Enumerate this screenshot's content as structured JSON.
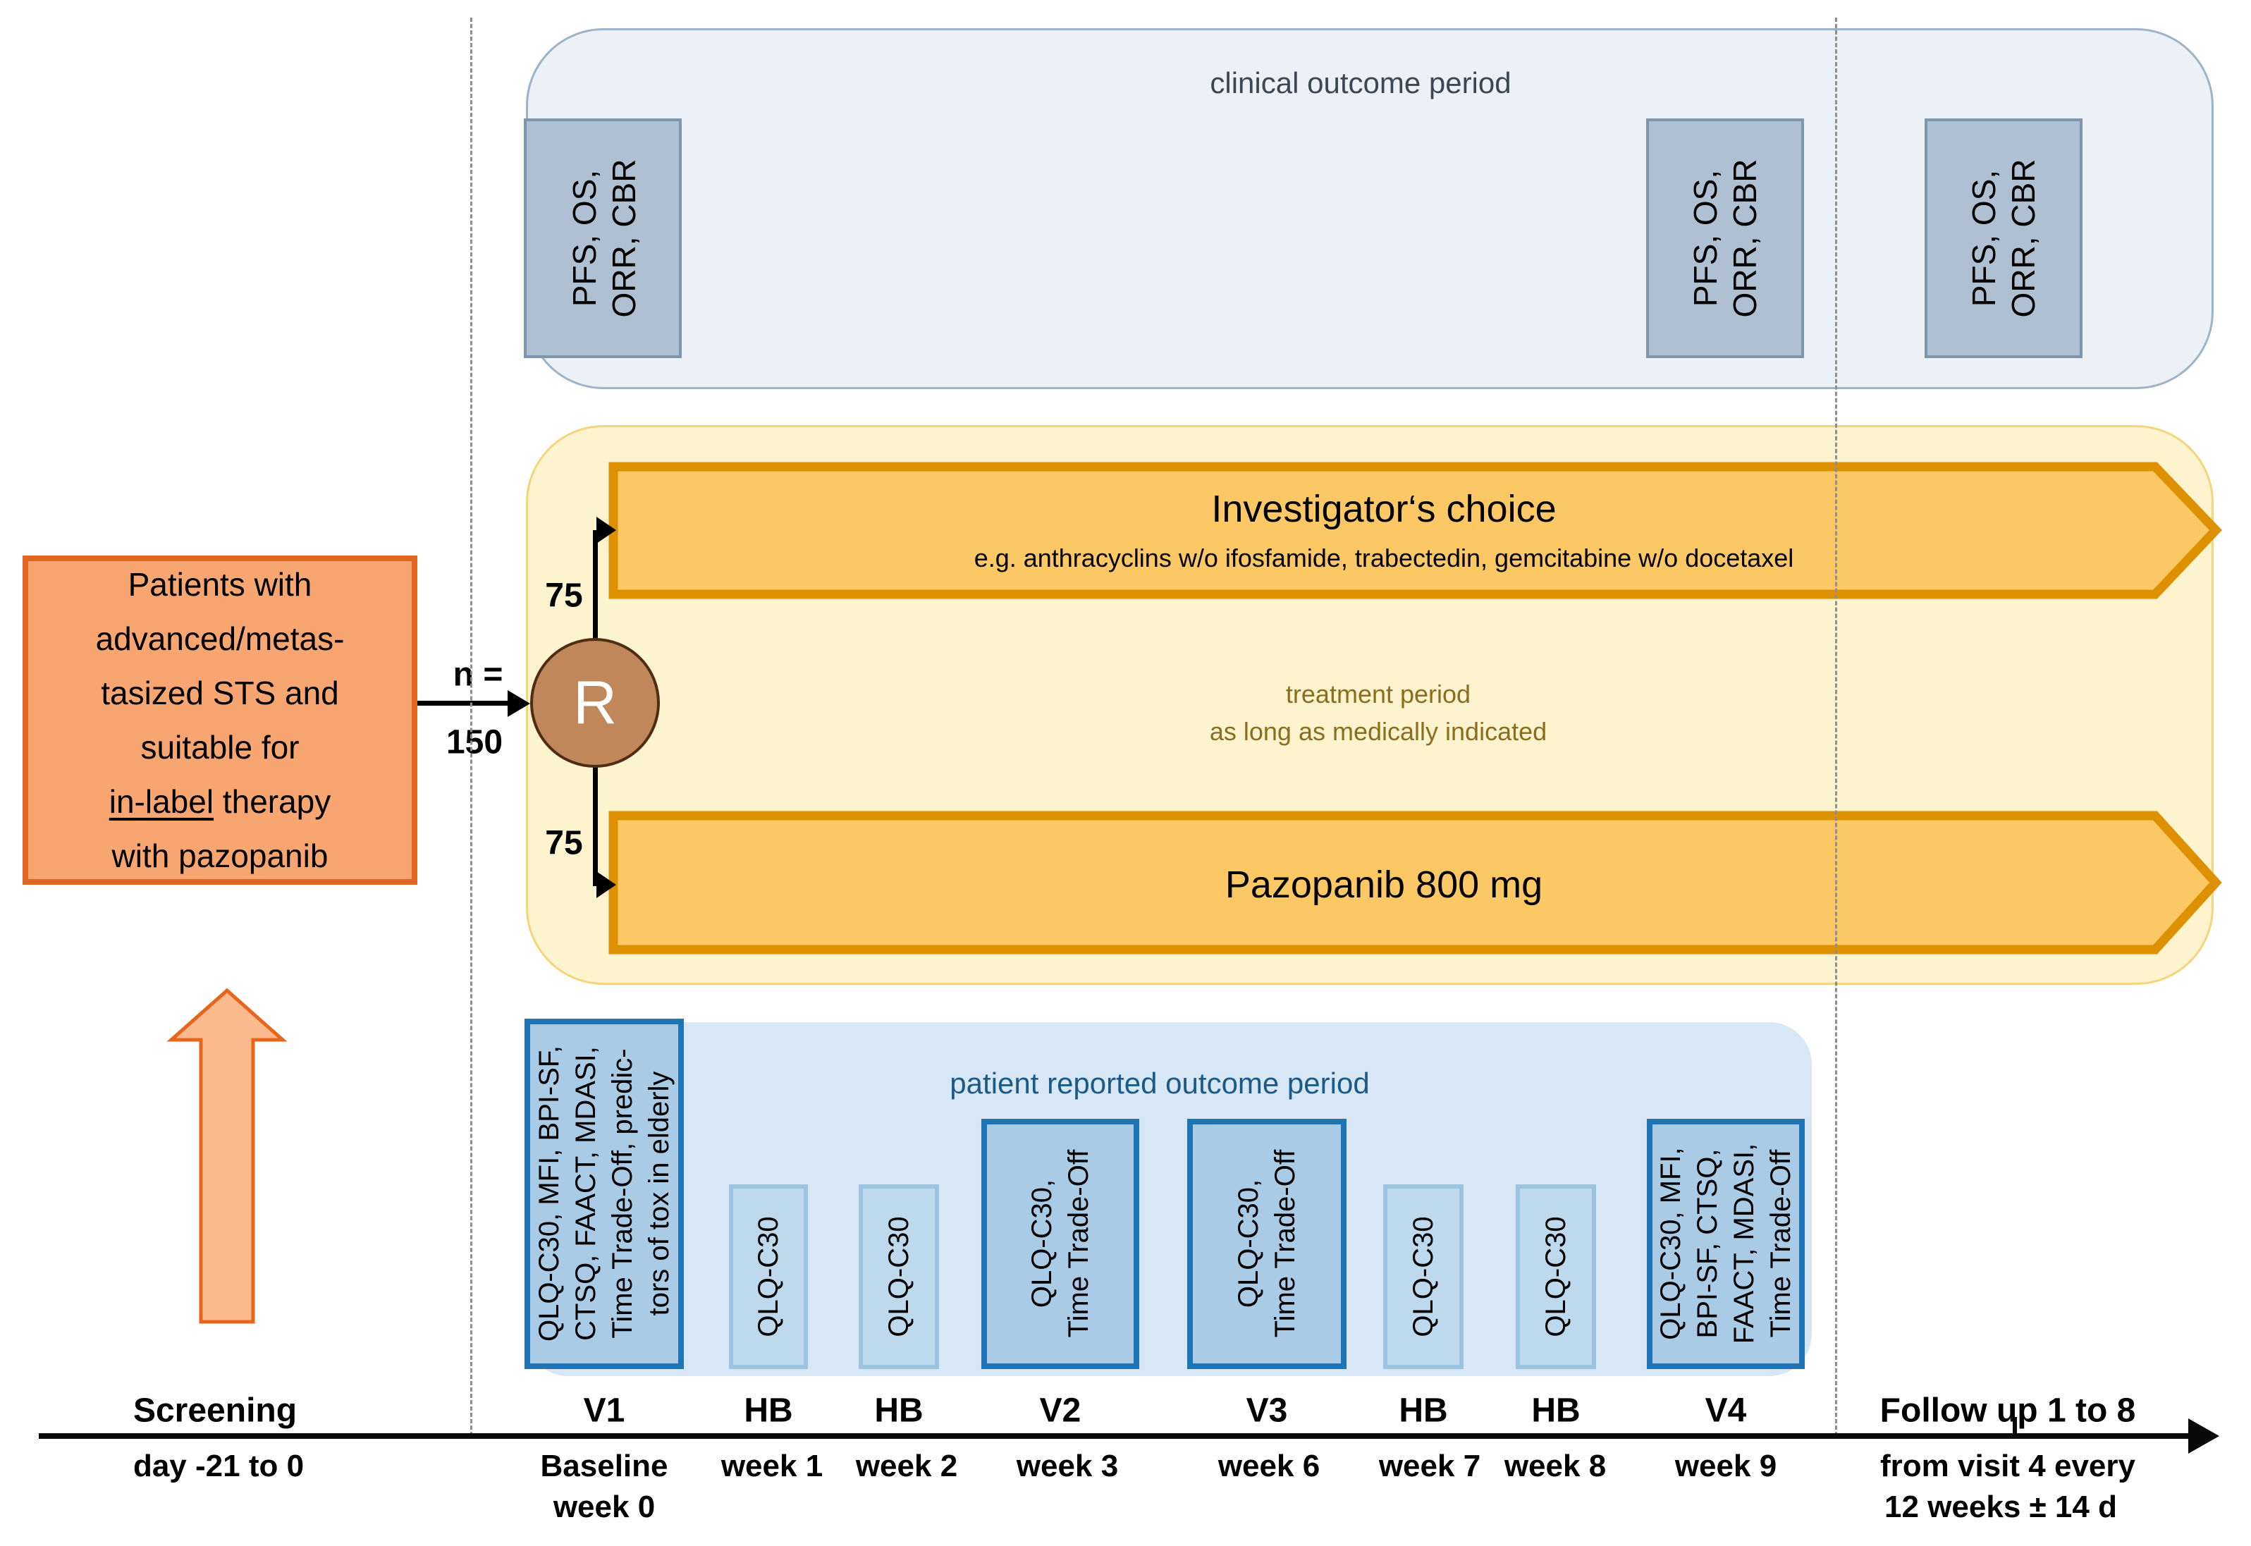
{
  "colors": {
    "clinical_panel_bg": "#ECF1F8",
    "clinical_panel_border": "#9DB3C8",
    "outcome_box_bg": "#AEC0D2",
    "outcome_box_border": "#7E96AC",
    "treatment_panel_bg": "#FDF3CF",
    "treatment_panel_border": "#F6D57A",
    "arm_arrow_bg": "#FCC765",
    "arm_arrow_border": "#DE9100",
    "r_circle_bg": "#C0875B",
    "r_circle_border": "#4E2D12",
    "patient_box_bg": "#F7A671",
    "patient_box_border": "#E2661F",
    "up_arrow_bg": "#FBB98E",
    "up_arrow_border": "#E8651C",
    "pro_panel_bg": "#D7E7F5",
    "visit_box_bg": "#A9CBE6",
    "visit_box_border": "#1F74B5",
    "hb_box_bg": "#BED9EC",
    "hb_box_border": "#9CC4DE",
    "treatment_text": "#8A6D1E",
    "pro_title_text": "#1B5A86",
    "clinical_title_text": "#3A4755",
    "dashed_line": "#8F8F8F"
  },
  "clinical": {
    "title": "clinical outcome period",
    "box_line1": "PFS, OS,",
    "box_line2": "ORR, CBR"
  },
  "treatment": {
    "investigator_title": "Investigator‘s choice",
    "investigator_subtitle": "e.g. anthracyclins w/o ifosfamide, trabectedin, gemcitabine w/o docetaxel",
    "period_line1": "treatment period",
    "period_line2": "as long as medically indicated",
    "pazopanib_label": "Pazopanib 800 mg"
  },
  "randomization": {
    "n_label": "n =",
    "n_value": "150",
    "r_label": "R",
    "arm_top_count": "75",
    "arm_bottom_count": "75"
  },
  "patient_box": {
    "line1": "Patients with",
    "line2": "advanced/metas-",
    "line3": "tasized STS and",
    "line4": "suitable for",
    "line5_underlined": "in-label",
    "line5_rest": " therapy",
    "line6": "with pazopanib"
  },
  "pro": {
    "title": "patient reported outcome period",
    "v1_lines": [
      "QLQ-C30, MFI, BPI-SF,",
      "CTSQ, FAACT, MDASI,",
      "Time Trade-Off, predic-",
      "tors of tox in elderly"
    ],
    "v23_lines": [
      "QLQ-C30,",
      "Time Trade-Off"
    ],
    "v4_lines": [
      "QLQ-C30, MFI,",
      "BPI-SF, CTSQ,",
      "FAACT, MDASI,",
      "Time Trade-Off"
    ],
    "hb_label": "QLQ-C30"
  },
  "timeline": {
    "entries": [
      {
        "label": "Screening",
        "sub1": "day -21 to 0",
        "sub2": ""
      },
      {
        "label": "V1",
        "sub1": "Baseline",
        "sub2": "week 0"
      },
      {
        "label": "HB",
        "sub1": "week 1",
        "sub2": ""
      },
      {
        "label": "HB",
        "sub1": "week 2",
        "sub2": ""
      },
      {
        "label": "V2",
        "sub1": "week 3",
        "sub2": ""
      },
      {
        "label": "V3",
        "sub1": "week 6",
        "sub2": ""
      },
      {
        "label": "HB",
        "sub1": "week 7",
        "sub2": ""
      },
      {
        "label": "HB",
        "sub1": "week 8",
        "sub2": ""
      },
      {
        "label": "V4",
        "sub1": "week 9",
        "sub2": ""
      },
      {
        "label": "Follow up 1 to 8",
        "sub1": "from visit 4 every",
        "sub2": "12 weeks ± 14 d"
      }
    ]
  }
}
